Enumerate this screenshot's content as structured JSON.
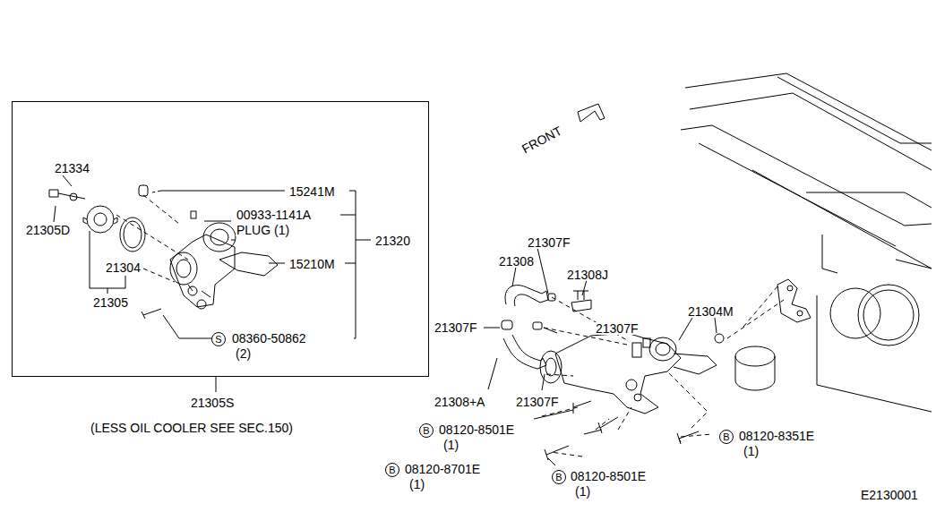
{
  "diagram": {
    "nodes": [
      {
        "text": [
          "21305S"
        ]
      }
    ],
    "labels": [
      "21334",
      "21305D",
      "21304",
      "21305",
      "15241M",
      "00933-1141A",
      "PLUG (1)",
      "21320",
      "15210M",
      "S",
      "08360-50862",
      "(2)",
      "(LESS OIL COOLER SEE SEC.150)",
      "FRONT",
      "21307F",
      "21308",
      "21308J",
      "21307F",
      "21307F",
      "21304M",
      "21308+A",
      "21307F",
      "B",
      "08120-8501E",
      "(1)",
      "B",
      "08120-8351E",
      "(1)",
      "B",
      "08120-8701E",
      "(1)",
      "B",
      "08120-8501E",
      "(1)",
      "E2130001"
    ]
  }
}
